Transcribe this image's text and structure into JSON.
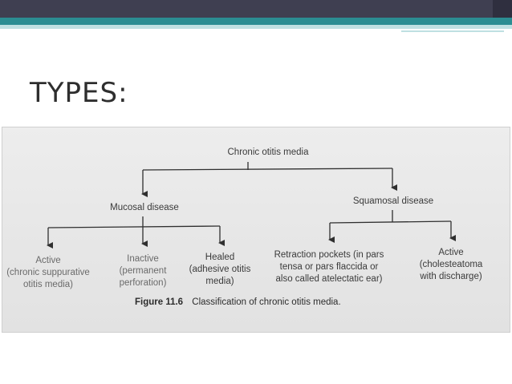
{
  "slide": {
    "title": "TYPES:"
  },
  "diagram": {
    "root": "Chronic otitis media",
    "branches": [
      {
        "label": "Mucosal disease",
        "children": [
          [
            "Active",
            "(chronic suppurative",
            "otitis media)"
          ],
          [
            "Inactive",
            "(permanent",
            "perforation)"
          ],
          [
            "Healed",
            "(adhesive otitis",
            "media)"
          ]
        ]
      },
      {
        "label": "Squamosal disease",
        "children": [
          [
            "Retraction pockets (in pars",
            "tensa or pars flaccida or",
            "also called atelectatic ear)"
          ],
          [
            "Active",
            "(cholesteatoma",
            "with discharge)"
          ]
        ]
      }
    ],
    "caption": {
      "label": "Figure 11.6",
      "text": "Classification of chronic otitis media."
    }
  },
  "colors": {
    "topbar": "#3f3f51",
    "accent_teal": "#2b8d92",
    "accent_teal_light": "#bfe0e2",
    "title_text": "#2e2e2e",
    "figure_background": "#e8e8e8",
    "diagram_ink": "#3a3a3a"
  }
}
